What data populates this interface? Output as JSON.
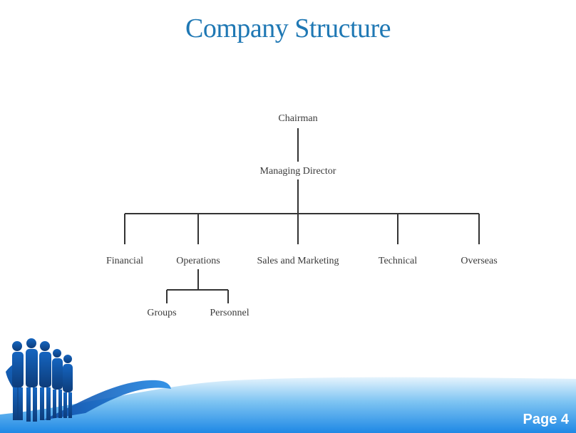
{
  "slide": {
    "title": "Company Structure",
    "page_label": "Page 4"
  },
  "org_chart": {
    "root": "Chairman",
    "level2": "Managing Director",
    "departments": [
      "Financial",
      "Operations",
      "Sales and Marketing",
      "Technical",
      "Overseas"
    ],
    "operations_subunits": [
      "Groups",
      "Personnel"
    ]
  },
  "colors": {
    "title": "#1f78b4",
    "text": "#3a3a3a",
    "lines": "#333333",
    "footer_blue": "#1e88e5",
    "footer_light": "#cfe9fb"
  }
}
